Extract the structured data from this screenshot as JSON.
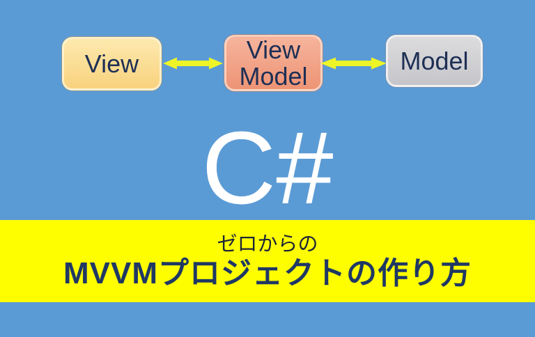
{
  "colors": {
    "background": "#5B9BD5",
    "banner_background": "#FEFE00",
    "arrow_yellow": "#EEF527",
    "box_text": "#1E2F55",
    "view_box_top": "#FDE9AE",
    "view_box_bottom": "#F8D27E",
    "viewmodel_box_top": "#F6B49C",
    "viewmodel_box_bottom": "#EE9475",
    "model_box_top": "#DCDCDE",
    "model_box_bottom": "#C6C6CA",
    "csharp_text": "#FFFFFF",
    "banner_subtitle_text": "#1E2638",
    "banner_title_text": "#1F3864"
  },
  "diagram": {
    "boxes": [
      {
        "id": "view",
        "label": "View"
      },
      {
        "id": "viewmodel",
        "label": "View Model",
        "line1": "View",
        "line2": "Model"
      },
      {
        "id": "model",
        "label": "Model"
      }
    ],
    "arrows": [
      {
        "id": "view-viewmodel",
        "type": "double-headed",
        "icon": "double-arrow-icon"
      },
      {
        "id": "viewmodel-model",
        "type": "double-headed",
        "icon": "double-arrow-icon"
      }
    ]
  },
  "title": {
    "language": "C#"
  },
  "banner": {
    "subtitle": "ゼロからの",
    "title": "MVVMプロジェクトの作り方"
  }
}
